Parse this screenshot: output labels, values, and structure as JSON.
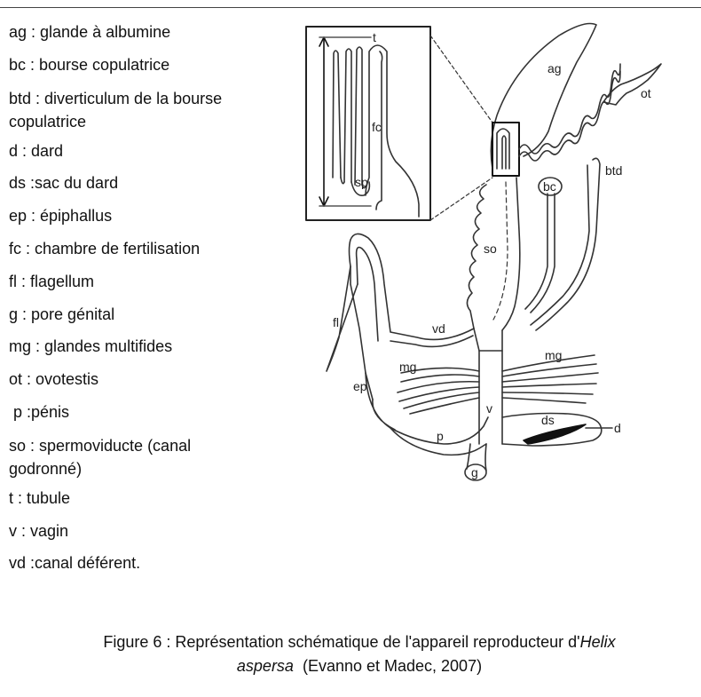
{
  "legend": [
    "ag : glande à albumine",
    "bc : bourse copulatrice",
    "btd : diverticulum de la bourse copulatrice",
    "d : dard",
    "ds :sac du dard",
    "ep : épiphallus",
    "fc : chambre de fertilisation",
    "fl : flagellum",
    "g : pore génital",
    "mg : glandes multifides",
    "ot : ovotestis",
    " p :pénis",
    "so : spermoviducte (canal godronné)",
    "t : tubule",
    "v : vagin",
    "vd :canal déférent."
  ],
  "legend_wrapped": {
    "btd_line1": "btd : diverticulum de la bourse",
    "btd_line2": "copulatrice",
    "so_line1": "so : spermoviducte (canal",
    "so_line2": "godronné)"
  },
  "diagram_labels": {
    "t": "t",
    "fc": "fc",
    "sp": "sp",
    "ag": "ag",
    "ot": "ot",
    "btd": "btd",
    "bc": "bc",
    "so": "so",
    "fl": "fl",
    "vd": "vd",
    "mg_left": "mg",
    "mg_right": "mg",
    "ep": "ep",
    "v": "v",
    "ds": "ds",
    "d": "d",
    "p": "p",
    "g": "g"
  },
  "caption": {
    "prefix": "Figure 6 : Représentation schématique de l'appareil reproducteur d'",
    "species_italic_1": "Helix",
    "species_italic_2": "aspersa",
    "suffix": "  (Evanno et Madec, 2007)"
  }
}
